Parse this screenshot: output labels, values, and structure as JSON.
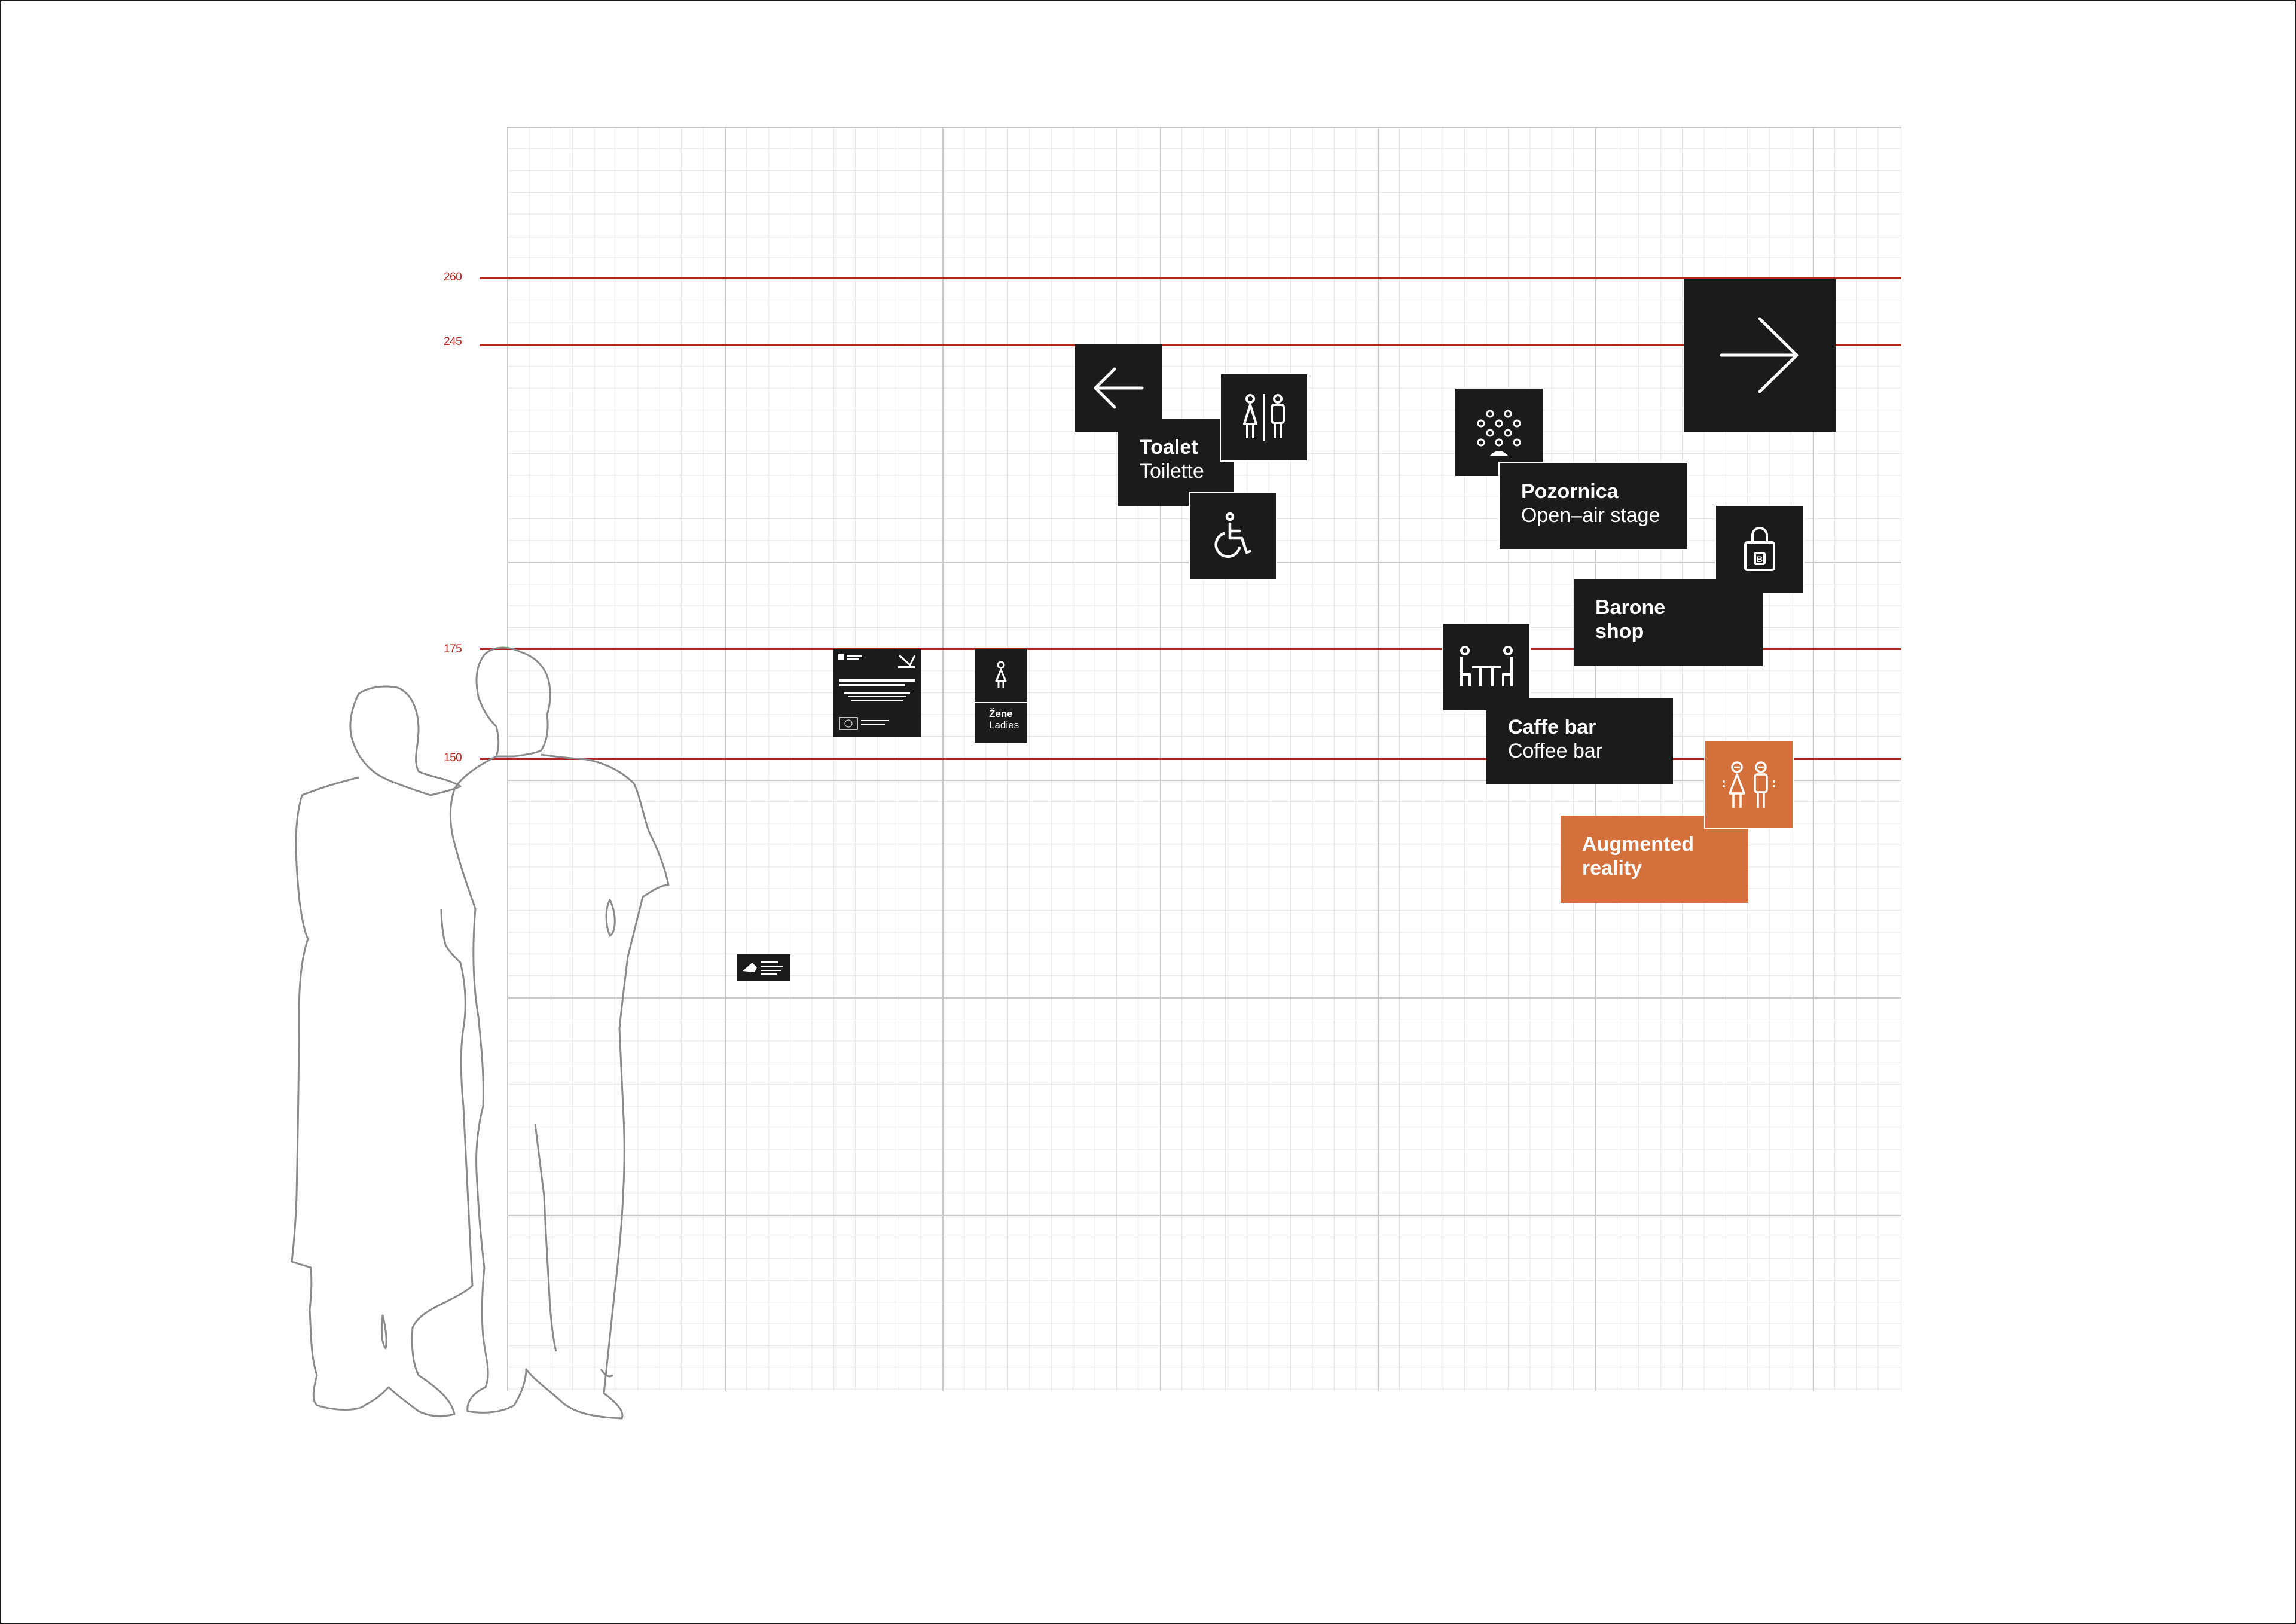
{
  "height_markers": [
    {
      "label": "260"
    },
    {
      "label": "245"
    },
    {
      "label": "175"
    },
    {
      "label": "150"
    }
  ],
  "signs": {
    "toilet": {
      "title": "Toalet",
      "subtitle": "Toilette"
    },
    "stage": {
      "title": "Pozornica",
      "subtitle": "Open–air stage"
    },
    "shop": {
      "title": "Barone",
      "subtitle": "shop"
    },
    "coffee": {
      "title": "Caffe bar",
      "subtitle": "Coffee bar"
    },
    "ar": {
      "title": "Augmented",
      "subtitle": "reality"
    },
    "ladies": {
      "title": "Žene",
      "subtitle": "Ladies"
    }
  },
  "icons": {
    "left_arrow": "arrow-left-icon",
    "right_arrow": "arrow-right-icon",
    "restroom": "restroom-icon",
    "wheelchair": "wheelchair-icon",
    "crowd": "crowd-icon",
    "bag": "shopping-bag-icon",
    "table": "cafe-table-icon",
    "ar_people": "ar-people-icon",
    "woman": "woman-icon"
  },
  "colors": {
    "sign_black": "#1b1b1b",
    "sign_orange": "#d4703c",
    "height_line": "#b3261e",
    "grid": "#c9c9c9"
  }
}
